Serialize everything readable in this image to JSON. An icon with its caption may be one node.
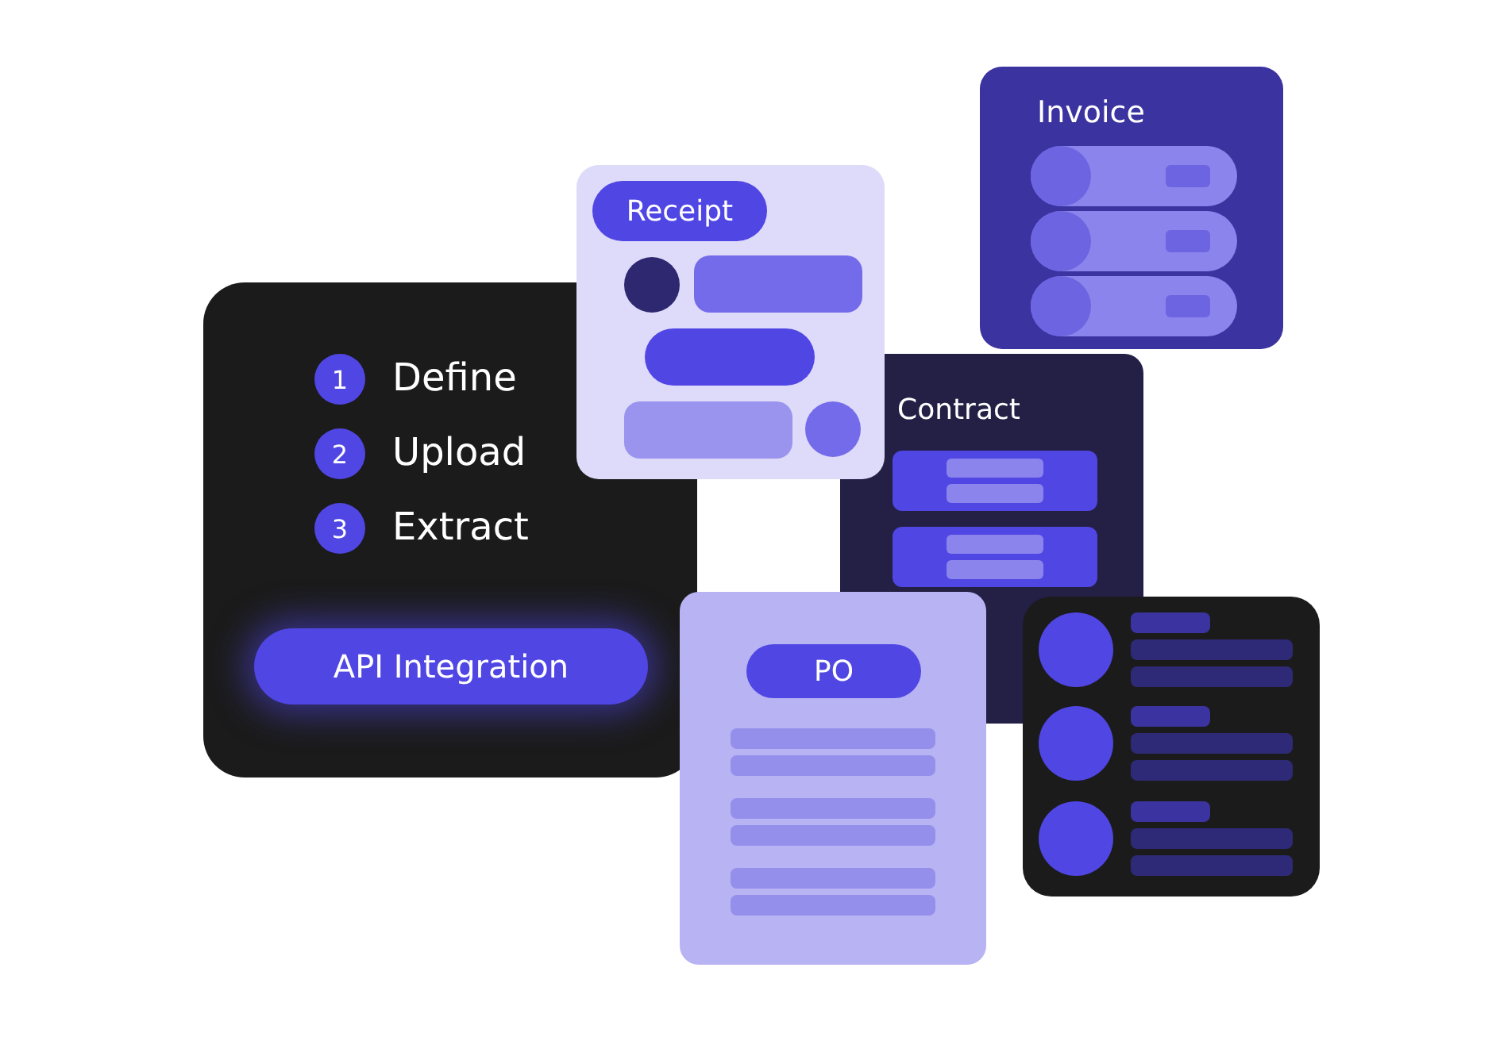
{
  "diagram": {
    "nodes": [
      {
        "text": [],
        "shape": "box"
      },
      {
        "text": [
          "1"
        ],
        "in": 0,
        "beside": [
          "Define"
        ]
      },
      {
        "text": [
          "2"
        ],
        "in": 0,
        "beside": [
          "Upload"
        ]
      },
      {
        "text": [
          "3"
        ],
        "in": 0,
        "beside": [
          "Extract"
        ]
      },
      {
        "text": [
          "API Integration"
        ],
        "in": 0
      },
      {
        "text": [
          "Receipt"
        ]
      },
      {
        "text": [
          "Invoice"
        ]
      },
      {
        "text": [
          "Contract"
        ]
      },
      {
        "text": [
          "PO"
        ]
      },
      {
        "text": [],
        "shape": "box"
      }
    ]
  }
}
